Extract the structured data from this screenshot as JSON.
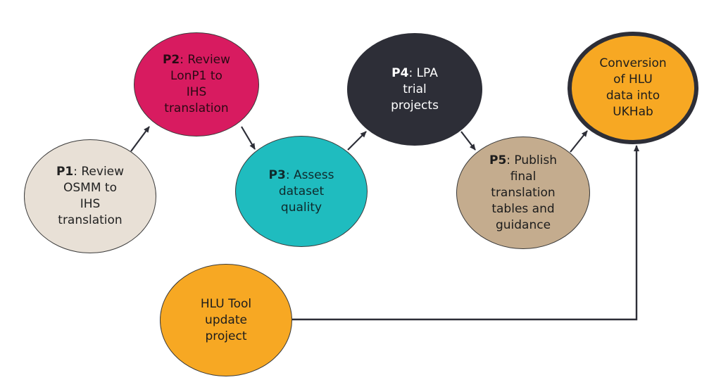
{
  "diagram": {
    "nodes": [
      {
        "id": "p1",
        "prefix": "P1",
        "text": ": Review OSMM to IHS translation",
        "lines": [
          "<b>P1</b>: Review",
          "OSMM to",
          "IHS",
          "translation"
        ],
        "color": "#e8e0d6"
      },
      {
        "id": "p2",
        "prefix": "P2",
        "text": ": Review LonP1 to IHS translation",
        "lines": [
          "<b>P2</b>: Review",
          "LonP1 to",
          "IHS",
          "translation"
        ],
        "color": "#d81b60"
      },
      {
        "id": "p3",
        "prefix": "P3",
        "text": ": Assess dataset quality",
        "lines": [
          "<b>P3</b>: Assess",
          "dataset",
          "quality"
        ],
        "color": "#1fbcbf"
      },
      {
        "id": "p4",
        "prefix": "P4",
        "text": ": LPA trial projects",
        "lines": [
          "<b>P4</b>: LPA",
          "trial",
          "projects"
        ],
        "color": "#2d2e37"
      },
      {
        "id": "p5",
        "prefix": "P5",
        "text": ": Publish final translation tables and guidance",
        "lines": [
          "<b>P5</b>: Publish",
          "final",
          "translation",
          "tables and",
          "guidance"
        ],
        "color": "#c4ac8e"
      },
      {
        "id": "conversion",
        "prefix": "",
        "text": "Conversion of HLU data into UKHab",
        "lines": [
          "Conversion",
          "of HLU",
          "data into",
          "UKHab"
        ],
        "color": "#f7a823"
      },
      {
        "id": "hlu-tool",
        "prefix": "",
        "text": "HLU Tool update project",
        "lines": [
          "HLU Tool",
          "update",
          "project"
        ],
        "color": "#f7a823"
      }
    ],
    "edges": [
      {
        "from": "p1",
        "to": "p2"
      },
      {
        "from": "p2",
        "to": "p3"
      },
      {
        "from": "p3",
        "to": "p4"
      },
      {
        "from": "p4",
        "to": "p5"
      },
      {
        "from": "p5",
        "to": "conversion"
      },
      {
        "from": "hlu-tool",
        "to": "conversion"
      }
    ],
    "line_color": "#2d2e37"
  }
}
